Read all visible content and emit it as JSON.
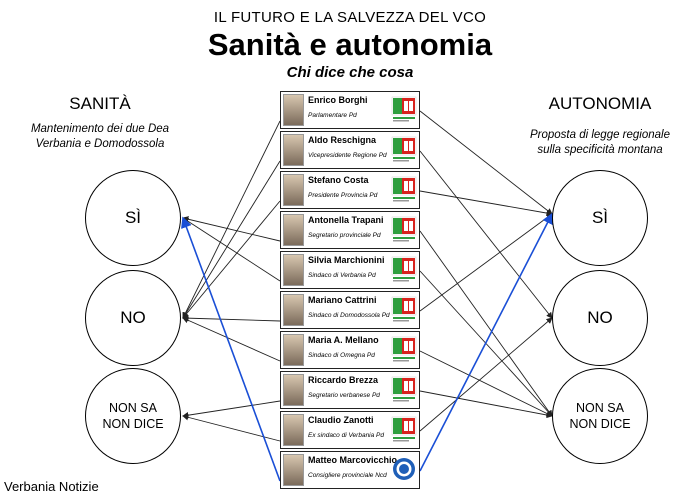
{
  "header": {
    "kicker": "IL FUTURO E LA SALVEZZA DEL VCO",
    "title": "Sanità e autonomia",
    "subtitle": "Chi dice che cosa"
  },
  "left": {
    "title": "SANITÀ",
    "subtitle": "Mantenimento dei due Dea\nVerbania e Domodossola",
    "nodes": [
      "SÌ",
      "NO",
      "NON SA\nNON DICE"
    ]
  },
  "right": {
    "title": "AUTONOMIA",
    "subtitle": "Proposta di legge regionale\nsulla specificità montana",
    "nodes": [
      "SÌ",
      "NO",
      "NON SA\nNON DICE"
    ]
  },
  "people": [
    {
      "name": "Enrico Borghi",
      "role": "Parlamentare Pd",
      "party": "PD",
      "sanita": "NO",
      "autonomia": "SI"
    },
    {
      "name": "Aldo Reschigna",
      "role": "Vicepresidente Regione Pd",
      "party": "PD",
      "sanita": "NO",
      "autonomia": "NO"
    },
    {
      "name": "Stefano Costa",
      "role": "Presidente Provincia Pd",
      "party": "PD",
      "sanita": "NO",
      "autonomia": "SI"
    },
    {
      "name": "Antonella Trapani",
      "role": "Segretario provinciale Pd",
      "party": "PD",
      "sanita": "SI",
      "autonomia": "NON_SA"
    },
    {
      "name": "Silvia Marchionini",
      "role": "Sindaco di Verbania Pd",
      "party": "PD",
      "sanita": "SI",
      "autonomia": "NON_SA"
    },
    {
      "name": "Mariano Cattrini",
      "role": "Sindaco di Domodossola Pd",
      "party": "PD",
      "sanita": "NO",
      "autonomia": "SI"
    },
    {
      "name": "Maria A. Mellano",
      "role": "Sindaco di Omegna Pd",
      "party": "PD",
      "sanita": "NO",
      "autonomia": "NON_SA"
    },
    {
      "name": "Riccardo Brezza",
      "role": "Segretario verbanese Pd",
      "party": "PD",
      "sanita": "NON_SA",
      "autonomia": "NON_SA"
    },
    {
      "name": "Claudio Zanotti",
      "role": "Ex sindaco di Verbania Pd",
      "party": "PD",
      "sanita": "NON_SA",
      "autonomia": "NO"
    },
    {
      "name": "Matteo Marcovicchio",
      "role": "Consigliere provinciale Ncd",
      "party": "NCD",
      "sanita": "SI",
      "autonomia": "SI"
    }
  ],
  "colors": {
    "line_default": "#222222",
    "line_highlight": "#1a4fd6",
    "pd_green": "#2e9e3e",
    "pd_red": "#d8231d",
    "ncd_blue": "#1f5fb8"
  },
  "footer": "Verbania Notizie"
}
